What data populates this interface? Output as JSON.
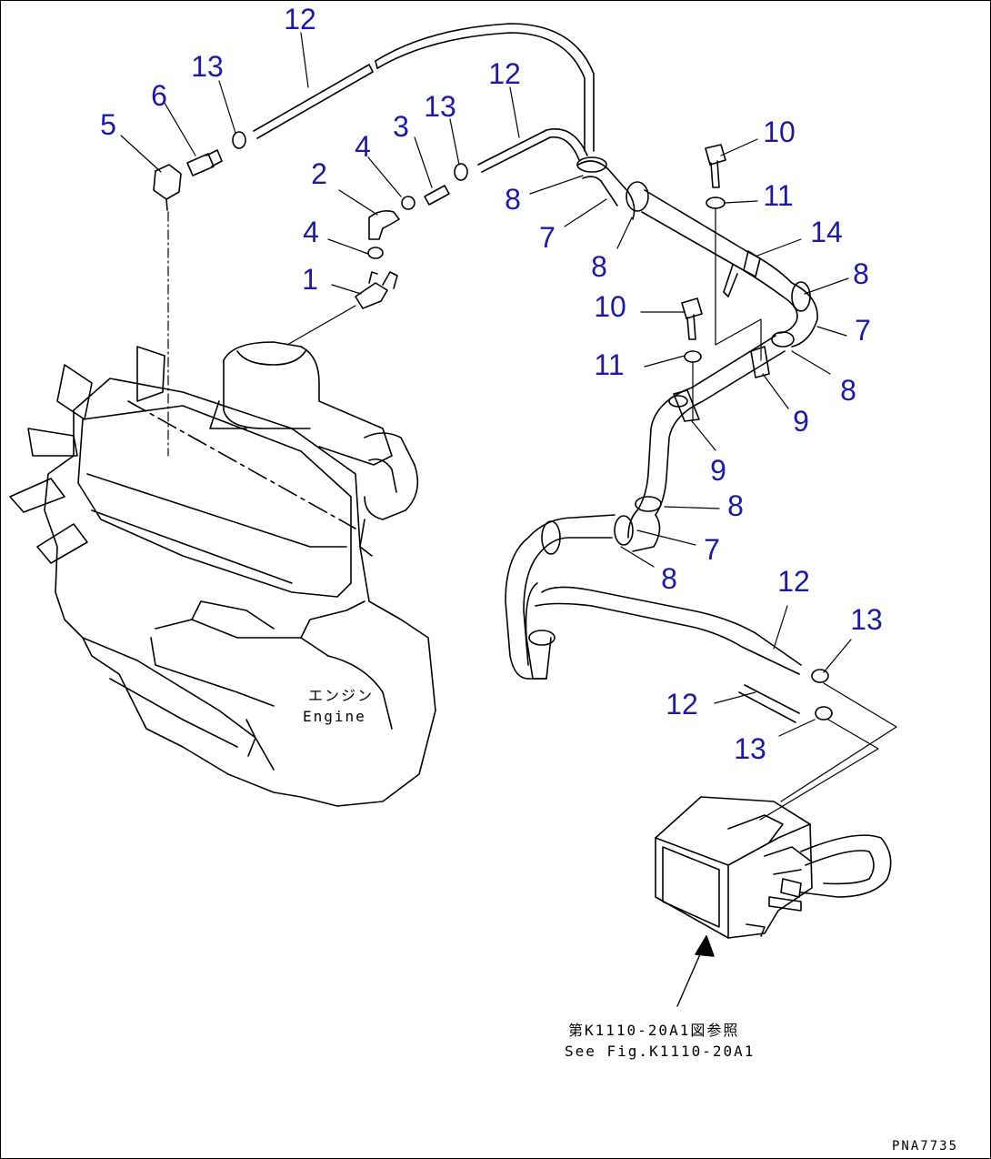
{
  "drawing": {
    "labels": {
      "engine_jp": "エンジン",
      "engine_en": "Engine",
      "ref_jp": "第K1110-20A1図参照",
      "ref_en": "See Fig.K1110-20A1",
      "drawing_no": "PNA7735"
    },
    "callouts": [
      {
        "id": "c12a",
        "text": "12"
      },
      {
        "id": "c13a",
        "text": "13"
      },
      {
        "id": "c6",
        "text": "6"
      },
      {
        "id": "c5",
        "text": "5"
      },
      {
        "id": "c12b",
        "text": "12"
      },
      {
        "id": "c13b",
        "text": "13"
      },
      {
        "id": "c3",
        "text": "3"
      },
      {
        "id": "c4a",
        "text": "4"
      },
      {
        "id": "c2",
        "text": "2"
      },
      {
        "id": "c4b",
        "text": "4"
      },
      {
        "id": "c1",
        "text": "1"
      },
      {
        "id": "c8a",
        "text": "8"
      },
      {
        "id": "c7a",
        "text": "7"
      },
      {
        "id": "c8b",
        "text": "8"
      },
      {
        "id": "c10a",
        "text": "10"
      },
      {
        "id": "c11a",
        "text": "11"
      },
      {
        "id": "c14",
        "text": "14"
      },
      {
        "id": "c8c",
        "text": "8"
      },
      {
        "id": "c10b",
        "text": "10"
      },
      {
        "id": "c7b",
        "text": "7"
      },
      {
        "id": "c11b",
        "text": "11"
      },
      {
        "id": "c8d",
        "text": "8"
      },
      {
        "id": "c9a",
        "text": "9"
      },
      {
        "id": "c9b",
        "text": "9"
      },
      {
        "id": "c8e",
        "text": "8"
      },
      {
        "id": "c7c",
        "text": "7"
      },
      {
        "id": "c8f",
        "text": "8"
      },
      {
        "id": "c12c",
        "text": "12"
      },
      {
        "id": "c13c",
        "text": "13"
      },
      {
        "id": "c12d",
        "text": "12"
      },
      {
        "id": "c13d",
        "text": "13"
      }
    ],
    "colors": {
      "callout": "#1a1aa6",
      "line": "#000000",
      "background": "#ffffff"
    }
  }
}
